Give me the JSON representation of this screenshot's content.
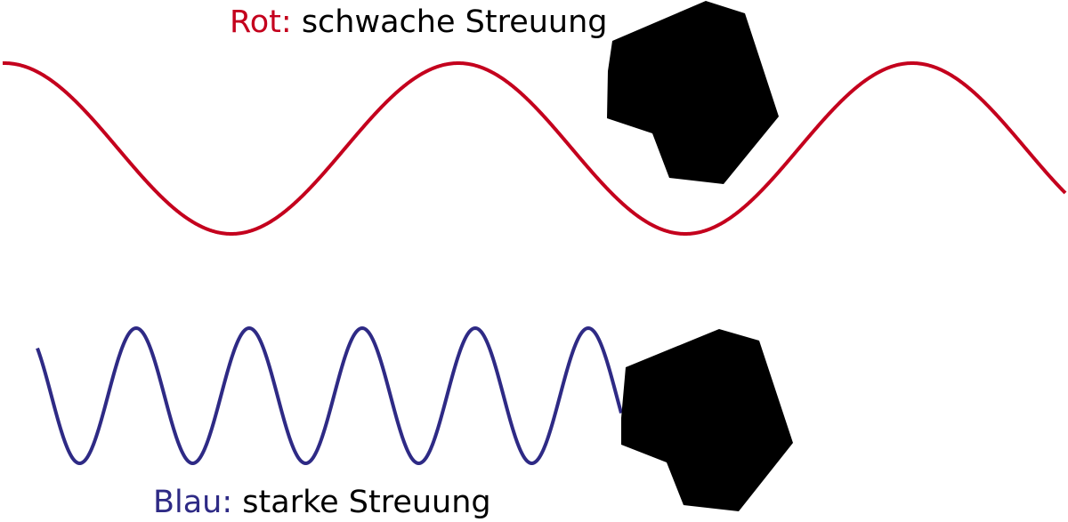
{
  "colors": {
    "red": "#c4001d",
    "blue": "#2e2a85",
    "particle": "#000000"
  },
  "labels": {
    "red": {
      "prefix": "Rot:",
      "text": " schwache Streuung"
    },
    "blue": {
      "prefix": "Blau:",
      "text": " starke Streuung"
    }
  },
  "waves": {
    "red": {
      "relative_wavelength": 4.0
    },
    "blue": {
      "relative_wavelength": 1.0
    }
  }
}
